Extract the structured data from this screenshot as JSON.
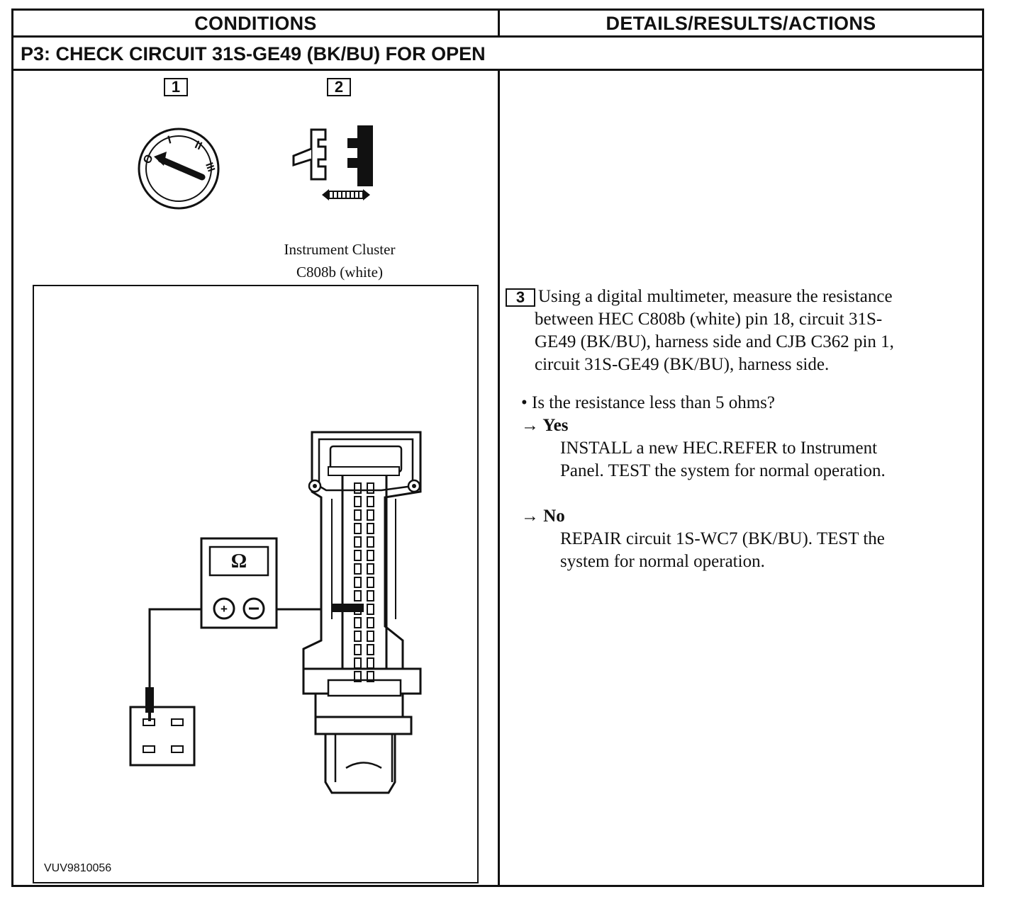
{
  "header": {
    "conditions": "CONDITIONS",
    "details": "DETAILS/RESULTS/ACTIONS"
  },
  "step": {
    "title": "P3: CHECK CIRCUIT 31S-GE49 (BK/BU) FOR OPEN"
  },
  "conditions": {
    "badge_1": "1",
    "badge_2": "2",
    "caption_line1": "Instrument Cluster",
    "caption_line2": "C808b (white)",
    "figure_code": "VUV9810056",
    "meter_symbol": "Ω",
    "ignition_labels": [
      "O",
      "I",
      "II",
      "III"
    ],
    "icons": [
      "ignition-switch-icon",
      "connector-disconnect-icon",
      "multimeter-icon",
      "connector-c808b-icon",
      "connector-c362-icon"
    ]
  },
  "details": {
    "step_badge": "3",
    "instruction_lines": [
      "Using a digital multimeter, measure the resistance",
      "between HEC C808b (white) pin 18, circuit 31S-",
      "GE49 (BK/BU), harness side and CJB C362 pin 1,",
      "circuit 31S-GE49 (BK/BU), harness side."
    ],
    "question": "• Is the resistance less than 5 ohms?",
    "yes_label": "→ Yes",
    "yes_lines": [
      "INSTALL a new HEC.REFER to Instrument",
      "Panel. TEST the system for normal operation."
    ],
    "no_label": "→ No",
    "no_lines": [
      "REPAIR circuit 1S-WC7 (BK/BU). TEST the",
      "system for normal operation."
    ]
  }
}
